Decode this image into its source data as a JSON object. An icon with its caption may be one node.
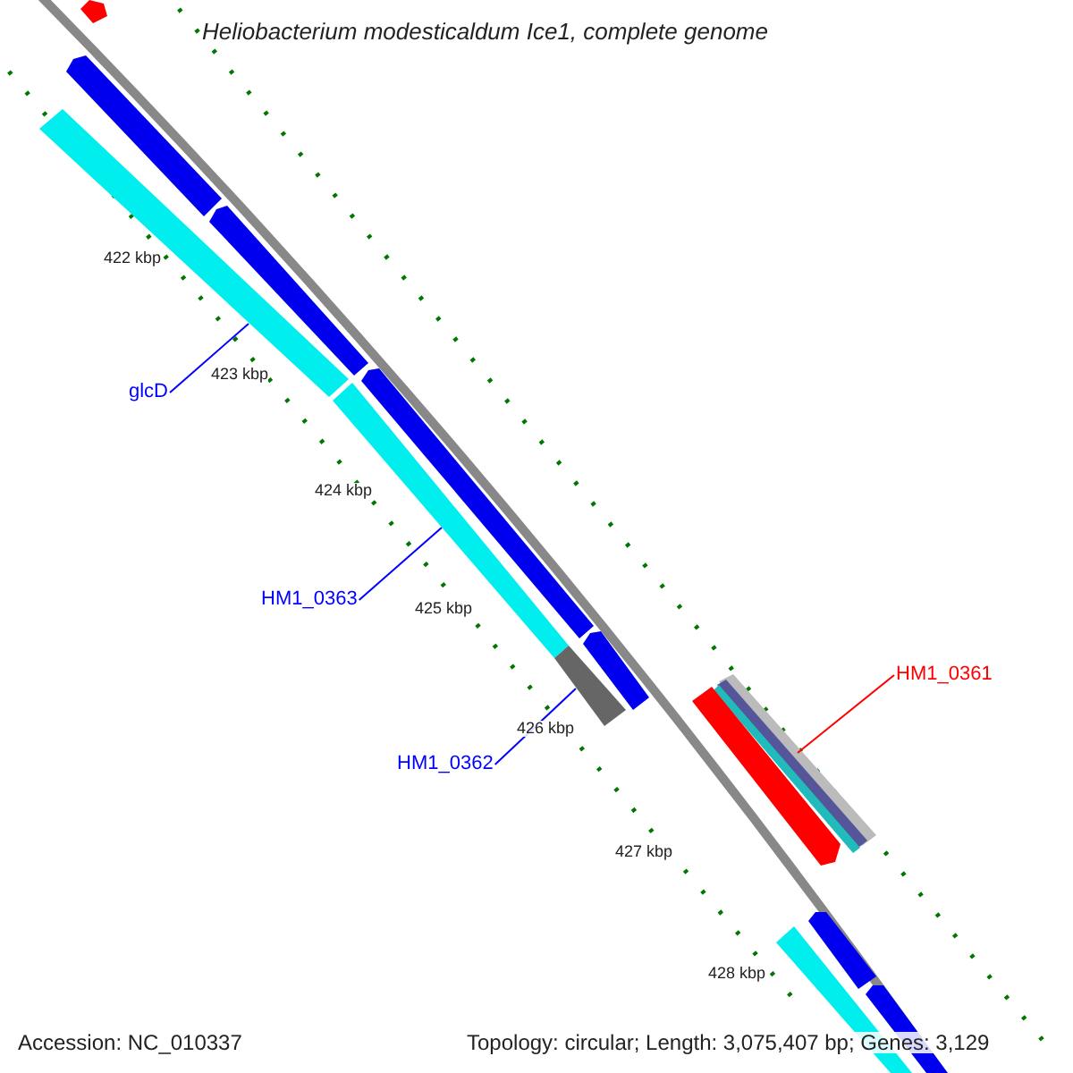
{
  "diagram": {
    "title": "Heliobacterium modesticaldum Ice1, complete genome",
    "nodes": [
      {
        "text": [
          "glcD"
        ]
      },
      {
        "text": [],
        "shape": "bar"
      },
      {
        "text": [
          "HM1_0363"
        ]
      },
      {
        "text": [],
        "shape": "bar"
      },
      {
        "text": [
          "HM1_0362"
        ]
      },
      {
        "text": [],
        "shape": "bar"
      },
      {
        "text": [
          "HM1_0361"
        ]
      },
      {
        "text": [],
        "shape": "bar"
      }
    ],
    "edges": [
      {
        "from": 0,
        "to": 1,
        "arrow": "none",
        "color": "#0000ff"
      },
      {
        "from": 2,
        "to": 3,
        "arrow": "none",
        "color": "#0000ff"
      },
      {
        "from": 4,
        "to": 5,
        "arrow": "none",
        "color": "#0000ff"
      },
      {
        "from": 6,
        "to": 7,
        "arrow": "none",
        "color": "#ff0000"
      }
    ],
    "labels": [
      "422 kbp",
      "423 kbp",
      "424 kbp",
      "425 kbp",
      "426 kbp",
      "427 kbp",
      "428 kbp",
      "Accession: NC_010337",
      "Topology: circular; Length: 3,075,407 bp; Genes: 3,129"
    ]
  }
}
